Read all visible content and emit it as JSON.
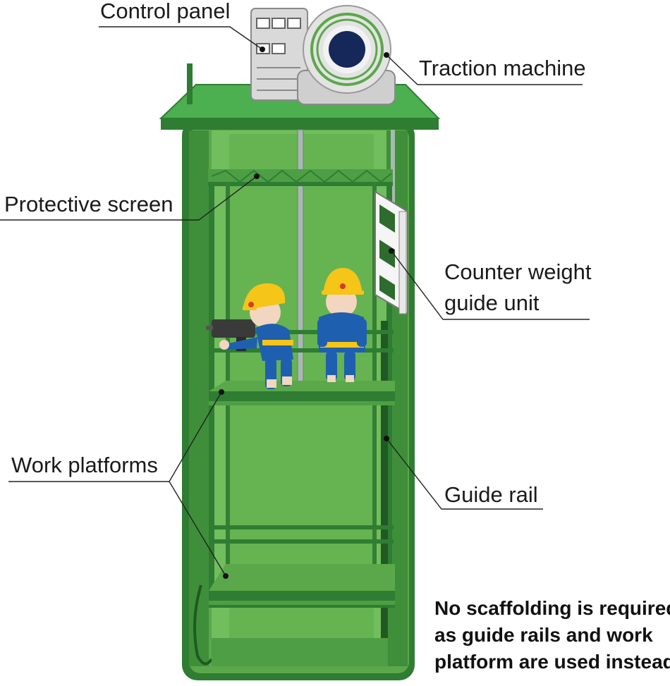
{
  "labels": {
    "control_panel": "Control panel",
    "traction_machine": "Traction machine",
    "protective_screen": "Protective screen",
    "counter_weight_line1": "Counter weight",
    "counter_weight_line2": "guide unit",
    "work_platforms": "Work platforms",
    "guide_rail": "Guide rail"
  },
  "note": {
    "line1": "No scaffolding is required",
    "line2": "as guide rails and work",
    "line3": "platform are used instead"
  },
  "colors": {
    "shaft_dark": "#2e7d32",
    "shaft_mid": "#4caf50",
    "shaft_light": "#6fbf5a",
    "helmet": "#f5c518",
    "worker_suit": "#1f5fb0",
    "machine_grey": "#d9d9d9"
  },
  "icons": [
    "control-panel-icon",
    "traction-machine-icon",
    "worker-icon",
    "drill-icon"
  ]
}
